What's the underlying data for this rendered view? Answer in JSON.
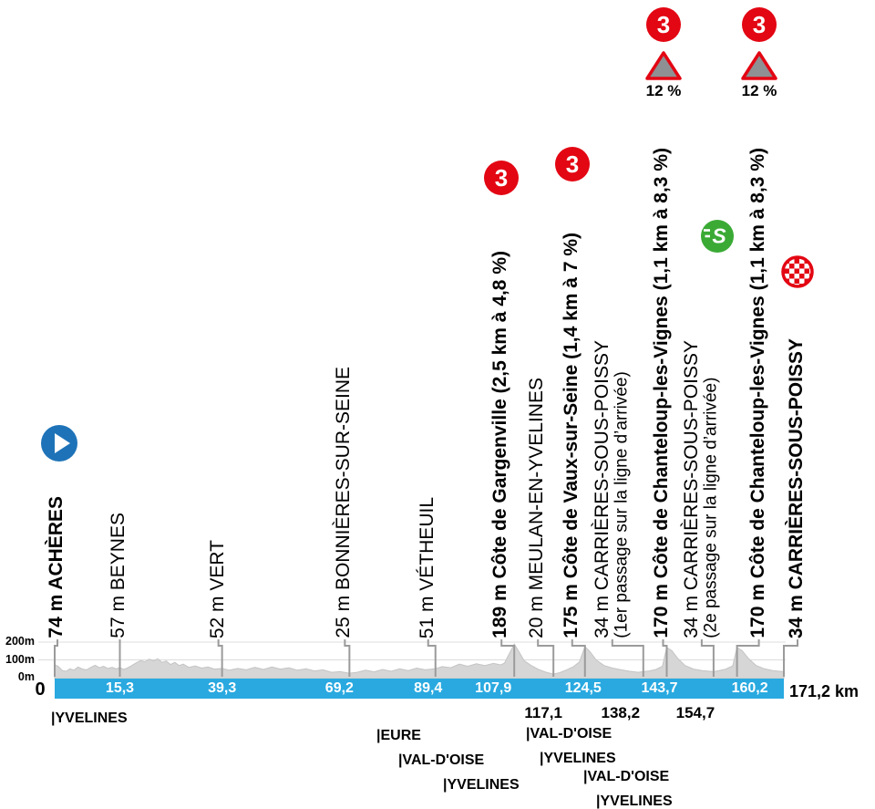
{
  "colors": {
    "cat_red": "#e30613",
    "bar_blue": "#29a9e0",
    "start_blue": "#1e73b8",
    "sprint_green": "#3aaa35",
    "profile_gray": "#d6d6d6",
    "profile_stroke": "#c4c4c4",
    "connector_gray": "#9b9b9b",
    "triangle_gray": "#8e9093",
    "grid_gray": "#dcdcdc"
  },
  "axis": {
    "ticks": [
      {
        "label": "200m",
        "m": 200
      },
      {
        "label": "100m",
        "m": 100
      },
      {
        "label": "0m",
        "m": 0
      }
    ]
  },
  "race": {
    "start_label": "0",
    "total_distance_label": "171,2 km"
  },
  "departments": [
    {
      "label": "|YVELINES"
    },
    {
      "label": "|EURE"
    },
    {
      "label": "|VAL-D'OISE"
    },
    {
      "label": "|YVELINES"
    },
    {
      "label": "|VAL-D'OISE"
    },
    {
      "label": "|YVELINES"
    },
    {
      "label": "|VAL-D'OISE"
    },
    {
      "label": "|YVELINES"
    }
  ],
  "chart_data": {
    "type": "area",
    "x_unit": "km",
    "y_unit": "m",
    "xlim": [
      0,
      171.2
    ],
    "ylim": [
      0,
      200
    ],
    "waypoints": [
      {
        "km": 0,
        "km_label": "0",
        "elevation_label": "74 m",
        "name": "ACHÈRES",
        "emphasis": true,
        "icon": "start"
      },
      {
        "km": 15.3,
        "km_label": "15,3",
        "elevation_label": "57 m",
        "name": "BEYNES",
        "emphasis": false
      },
      {
        "km": 39.3,
        "km_label": "39,3",
        "elevation_label": "52 m",
        "name": "VERT",
        "emphasis": false
      },
      {
        "km": 69.2,
        "km_label": "69,2",
        "elevation_label": "25 m",
        "name": "BONNIÈRES-SUR-SEINE",
        "emphasis": false
      },
      {
        "km": 89.4,
        "km_label": "89,4",
        "elevation_label": "51 m",
        "name": "VÉTHEUIL",
        "emphasis": false
      },
      {
        "km": 107.9,
        "km_label": "107,9",
        "elevation_label": "189 m",
        "name": "Côte de Gargenville (2,5 km à 4,8 %)",
        "emphasis": true,
        "icon": "cat3",
        "climb_category": "3"
      },
      {
        "km": 117.1,
        "km_label": "117,1",
        "elevation_label": "20 m",
        "name": "MEULAN-EN-YVELINES",
        "emphasis": false
      },
      {
        "km": 124.5,
        "km_label": "124,5",
        "elevation_label": "175 m",
        "name": "Côte de Vaux-sur-Seine (1,4 km à 7 %)",
        "emphasis": true,
        "icon": "cat3",
        "climb_category": "3"
      },
      {
        "km": 138.2,
        "km_label": "138,2",
        "elevation_label": "34 m",
        "name": "CARRIÈRES-SOUS-POISSY",
        "sub": "(1er passage sur la ligne d’arrivée)",
        "emphasis": false
      },
      {
        "km": 143.7,
        "km_label": "143,7",
        "elevation_label": "170 m",
        "name": "Côte de Chanteloup-les-Vignes (1,1 km à 8,3 %)",
        "emphasis": true,
        "icon": "cat3",
        "climb_category": "3",
        "gradient_label": "12 %"
      },
      {
        "km": 154.7,
        "km_label": "154,7",
        "elevation_label": "34 m",
        "name": "CARRIÈRES-SOUS-POISSY",
        "sub": "(2e passage sur la ligne d’arrivée)",
        "emphasis": false,
        "icon": "sprint"
      },
      {
        "km": 160.2,
        "km_label": "160,2",
        "elevation_label": "170 m",
        "name": "Côte de Chanteloup-les-Vignes (1,1 km à 8,3 %)",
        "emphasis": true,
        "icon": "cat3",
        "climb_category": "3",
        "gradient_label": "12 %"
      },
      {
        "km": 171.2,
        "km_label": "171,2 km",
        "elevation_label": "34 m",
        "name": "CARRIÈRES-SOUS-POISSY",
        "emphasis": true,
        "icon": "finish"
      }
    ],
    "profile_points": [
      [
        0,
        74
      ],
      [
        0.9,
        62
      ],
      [
        1.8,
        40
      ],
      [
        2.7,
        36
      ],
      [
        3.6,
        50
      ],
      [
        4.5,
        42
      ],
      [
        5.5,
        60
      ],
      [
        6.5,
        48
      ],
      [
        7.5,
        44
      ],
      [
        8.5,
        58
      ],
      [
        9.5,
        70
      ],
      [
        10.5,
        56
      ],
      [
        11.5,
        64
      ],
      [
        12.5,
        52
      ],
      [
        13.5,
        58
      ],
      [
        14.4,
        50
      ],
      [
        15.3,
        57
      ],
      [
        16.2,
        46
      ],
      [
        17.2,
        56
      ],
      [
        18.2,
        70
      ],
      [
        19.2,
        84
      ],
      [
        20.2,
        96
      ],
      [
        21.2,
        90
      ],
      [
        22.2,
        104
      ],
      [
        23.2,
        95
      ],
      [
        24.2,
        106
      ],
      [
        25.2,
        86
      ],
      [
        26.2,
        94
      ],
      [
        27.2,
        74
      ],
      [
        28.2,
        86
      ],
      [
        29.2,
        68
      ],
      [
        30.2,
        76
      ],
      [
        31.5,
        58
      ],
      [
        33,
        66
      ],
      [
        34.5,
        54
      ],
      [
        36,
        60
      ],
      [
        37.5,
        48
      ],
      [
        39.3,
        52
      ],
      [
        41,
        42
      ],
      [
        43,
        52
      ],
      [
        45,
        44
      ],
      [
        47,
        58
      ],
      [
        49,
        46
      ],
      [
        51,
        60
      ],
      [
        53,
        48
      ],
      [
        55,
        56
      ],
      [
        57,
        42
      ],
      [
        59,
        50
      ],
      [
        61,
        38
      ],
      [
        63,
        44
      ],
      [
        65,
        30
      ],
      [
        67,
        34
      ],
      [
        69.2,
        25
      ],
      [
        71,
        30
      ],
      [
        73,
        42
      ],
      [
        75,
        33
      ],
      [
        77,
        46
      ],
      [
        79,
        36
      ],
      [
        81,
        50
      ],
      [
        83,
        40
      ],
      [
        85,
        54
      ],
      [
        87,
        44
      ],
      [
        89.4,
        51
      ],
      [
        91,
        62
      ],
      [
        93,
        56
      ],
      [
        95,
        76
      ],
      [
        97,
        64
      ],
      [
        99,
        78
      ],
      [
        101,
        68
      ],
      [
        103,
        80
      ],
      [
        104.8,
        72
      ],
      [
        105.6,
        82
      ],
      [
        107.9,
        189
      ],
      [
        108.9,
        150
      ],
      [
        110.2,
        96
      ],
      [
        111.8,
        70
      ],
      [
        113.6,
        46
      ],
      [
        115.4,
        30
      ],
      [
        117.1,
        20
      ],
      [
        118.6,
        28
      ],
      [
        120.2,
        44
      ],
      [
        121.8,
        62
      ],
      [
        123.2,
        88
      ],
      [
        124.5,
        175
      ],
      [
        125.6,
        148
      ],
      [
        127.2,
        98
      ],
      [
        129,
        68
      ],
      [
        131,
        54
      ],
      [
        133,
        44
      ],
      [
        135,
        36
      ],
      [
        137,
        30
      ],
      [
        138.2,
        34
      ],
      [
        139.6,
        38
      ],
      [
        141.2,
        46
      ],
      [
        142.7,
        64
      ],
      [
        143.7,
        170
      ],
      [
        144.9,
        152
      ],
      [
        146.3,
        108
      ],
      [
        148,
        68
      ],
      [
        150,
        48
      ],
      [
        152,
        40
      ],
      [
        154.7,
        34
      ],
      [
        156,
        40
      ],
      [
        157.6,
        48
      ],
      [
        159.2,
        66
      ],
      [
        160.2,
        170
      ],
      [
        161.4,
        152
      ],
      [
        162.8,
        110
      ],
      [
        164.6,
        70
      ],
      [
        166.6,
        50
      ],
      [
        168.6,
        40
      ],
      [
        171.2,
        34
      ]
    ]
  }
}
